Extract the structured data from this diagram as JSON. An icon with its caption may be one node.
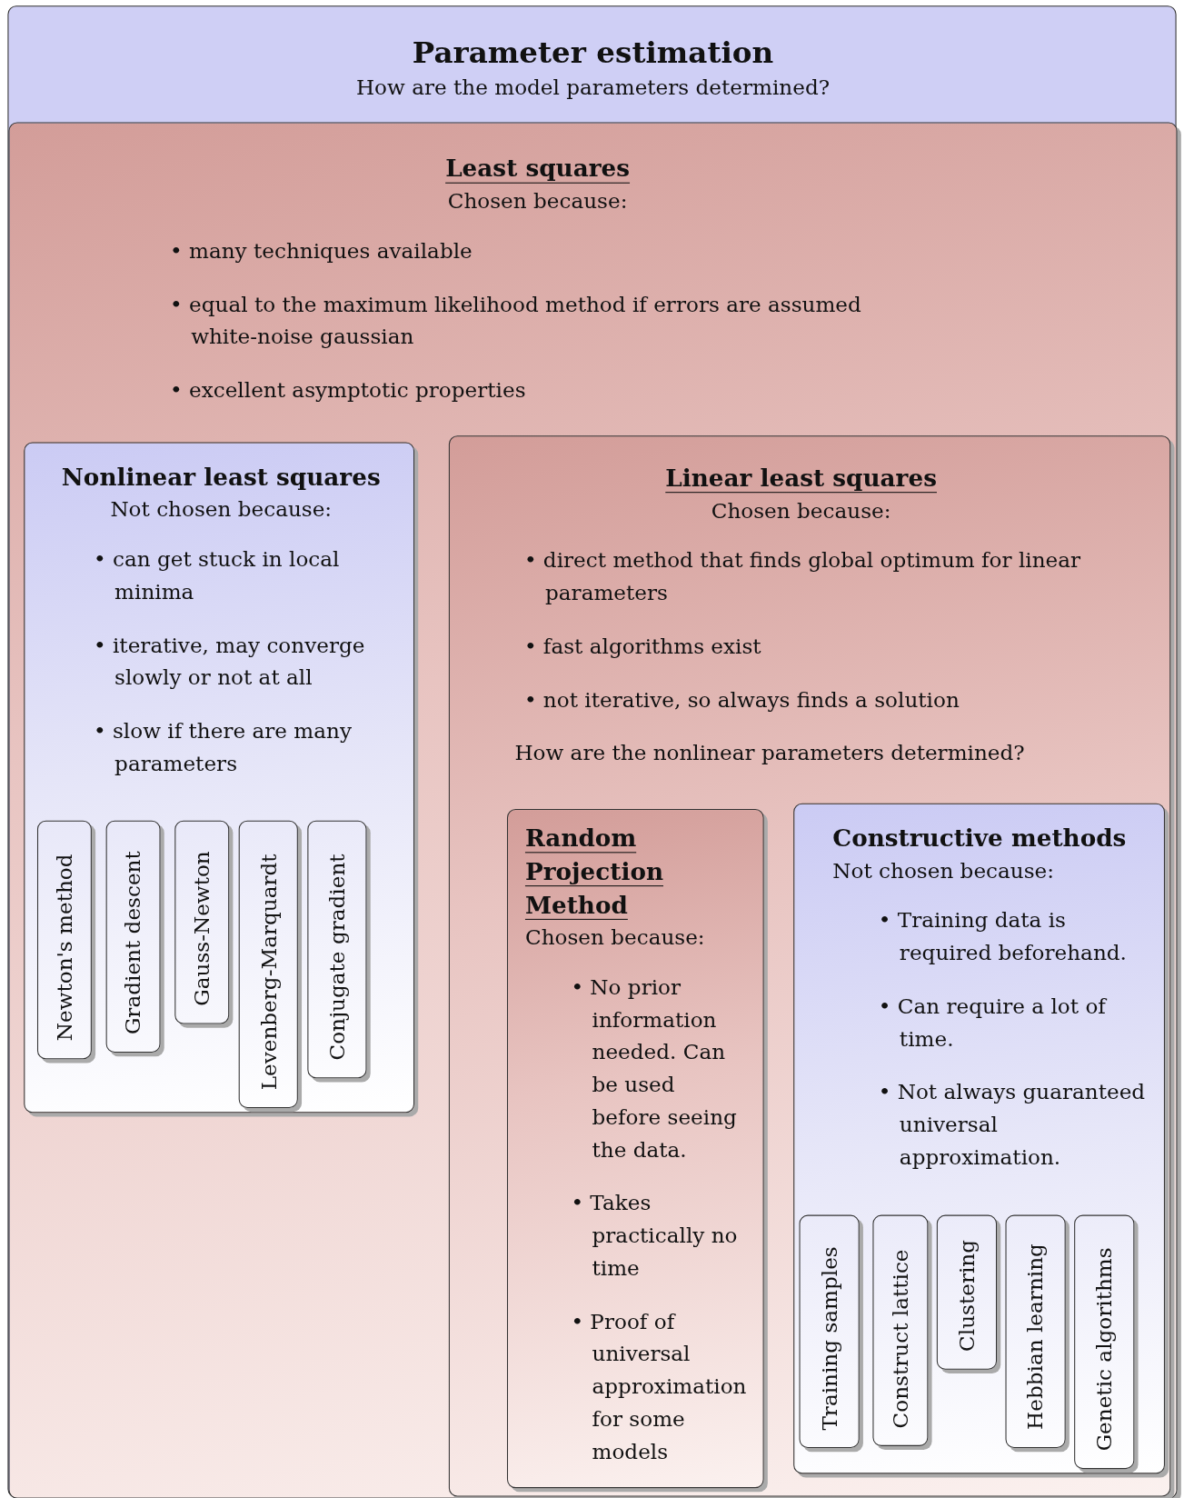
{
  "diagram": {
    "nodes": [
      {
        "text": [
          "Parameter estimation",
          "How are the model parameters determined?"
        ]
      },
      {
        "text": [
          "Least squares",
          "Chosen because:",
          "• many techniques available",
          "• equal to the maximum likelihood method if errors are assumed white-noise gaussian",
          "• excellent asymptotic properties"
        ],
        "in": 0
      },
      {
        "text": [
          "Nonlinear least squares",
          "Not chosen because:",
          "• can get stuck in local minima",
          "• iterative, may converge slowly or not at all",
          "• slow if there are many parameters"
        ],
        "in": 1
      },
      {
        "text": [
          "Newton's method"
        ],
        "in": 2
      },
      {
        "text": [
          "Gradient descent"
        ],
        "in": 2
      },
      {
        "text": [
          "Gauss-Newton"
        ],
        "in": 2
      },
      {
        "text": [
          "Levenberg-Marquardt"
        ],
        "in": 2
      },
      {
        "text": [
          "Conjugate gradient"
        ],
        "in": 2
      },
      {
        "text": [
          "Linear least squares",
          "Chosen because:",
          "• direct method that finds global optimum for linear parameters",
          "• fast algorithms exist",
          "• not iterative, so always finds a solution",
          "How are the nonlinear parameters determined?"
        ],
        "in": 1
      },
      {
        "text": [
          "Random Projection Method",
          "Chosen because:",
          "• No prior information needed.  Can be used before seeing the data.",
          "• Takes practically no time",
          "• Proof of universal approximation for some models"
        ],
        "in": 8
      },
      {
        "text": [
          "Constructive methods",
          "Not chosen because:",
          "• Training data is required beforehand.",
          "• Can require a lot of time.",
          "• Not always guaranteed universal approximation."
        ],
        "in": 8
      },
      {
        "text": [
          "Training samples"
        ],
        "in": 10
      },
      {
        "text": [
          "Construct lattice"
        ],
        "in": 10
      },
      {
        "text": [
          "Clustering"
        ],
        "in": 10
      },
      {
        "text": [
          "Hebbian learning"
        ],
        "in": 10
      },
      {
        "text": [
          "Genetic algorithms"
        ],
        "in": 10
      }
    ]
  }
}
